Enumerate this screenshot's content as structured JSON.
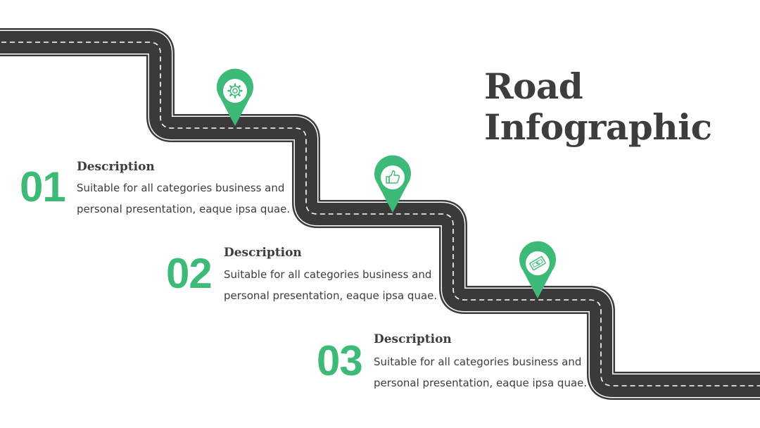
{
  "title": {
    "line1": "Road",
    "line2": "Infographic"
  },
  "colors": {
    "accent": "#3dba78",
    "road": "#3a3a3a",
    "text": "#3d3d3d"
  },
  "steps": [
    {
      "number": "01",
      "heading": "Description",
      "text": "Suitable for all categories business and personal presentation, eaque ipsa quae.",
      "icon": "gear-icon"
    },
    {
      "number": "02",
      "heading": "Description",
      "text": "Suitable for all categories business and personal presentation, eaque ipsa quae.",
      "icon": "thumbs-up-icon"
    },
    {
      "number": "03",
      "heading": "Description",
      "text": "Suitable for all categories business and personal presentation, eaque ipsa quae.",
      "icon": "money-icon"
    }
  ]
}
